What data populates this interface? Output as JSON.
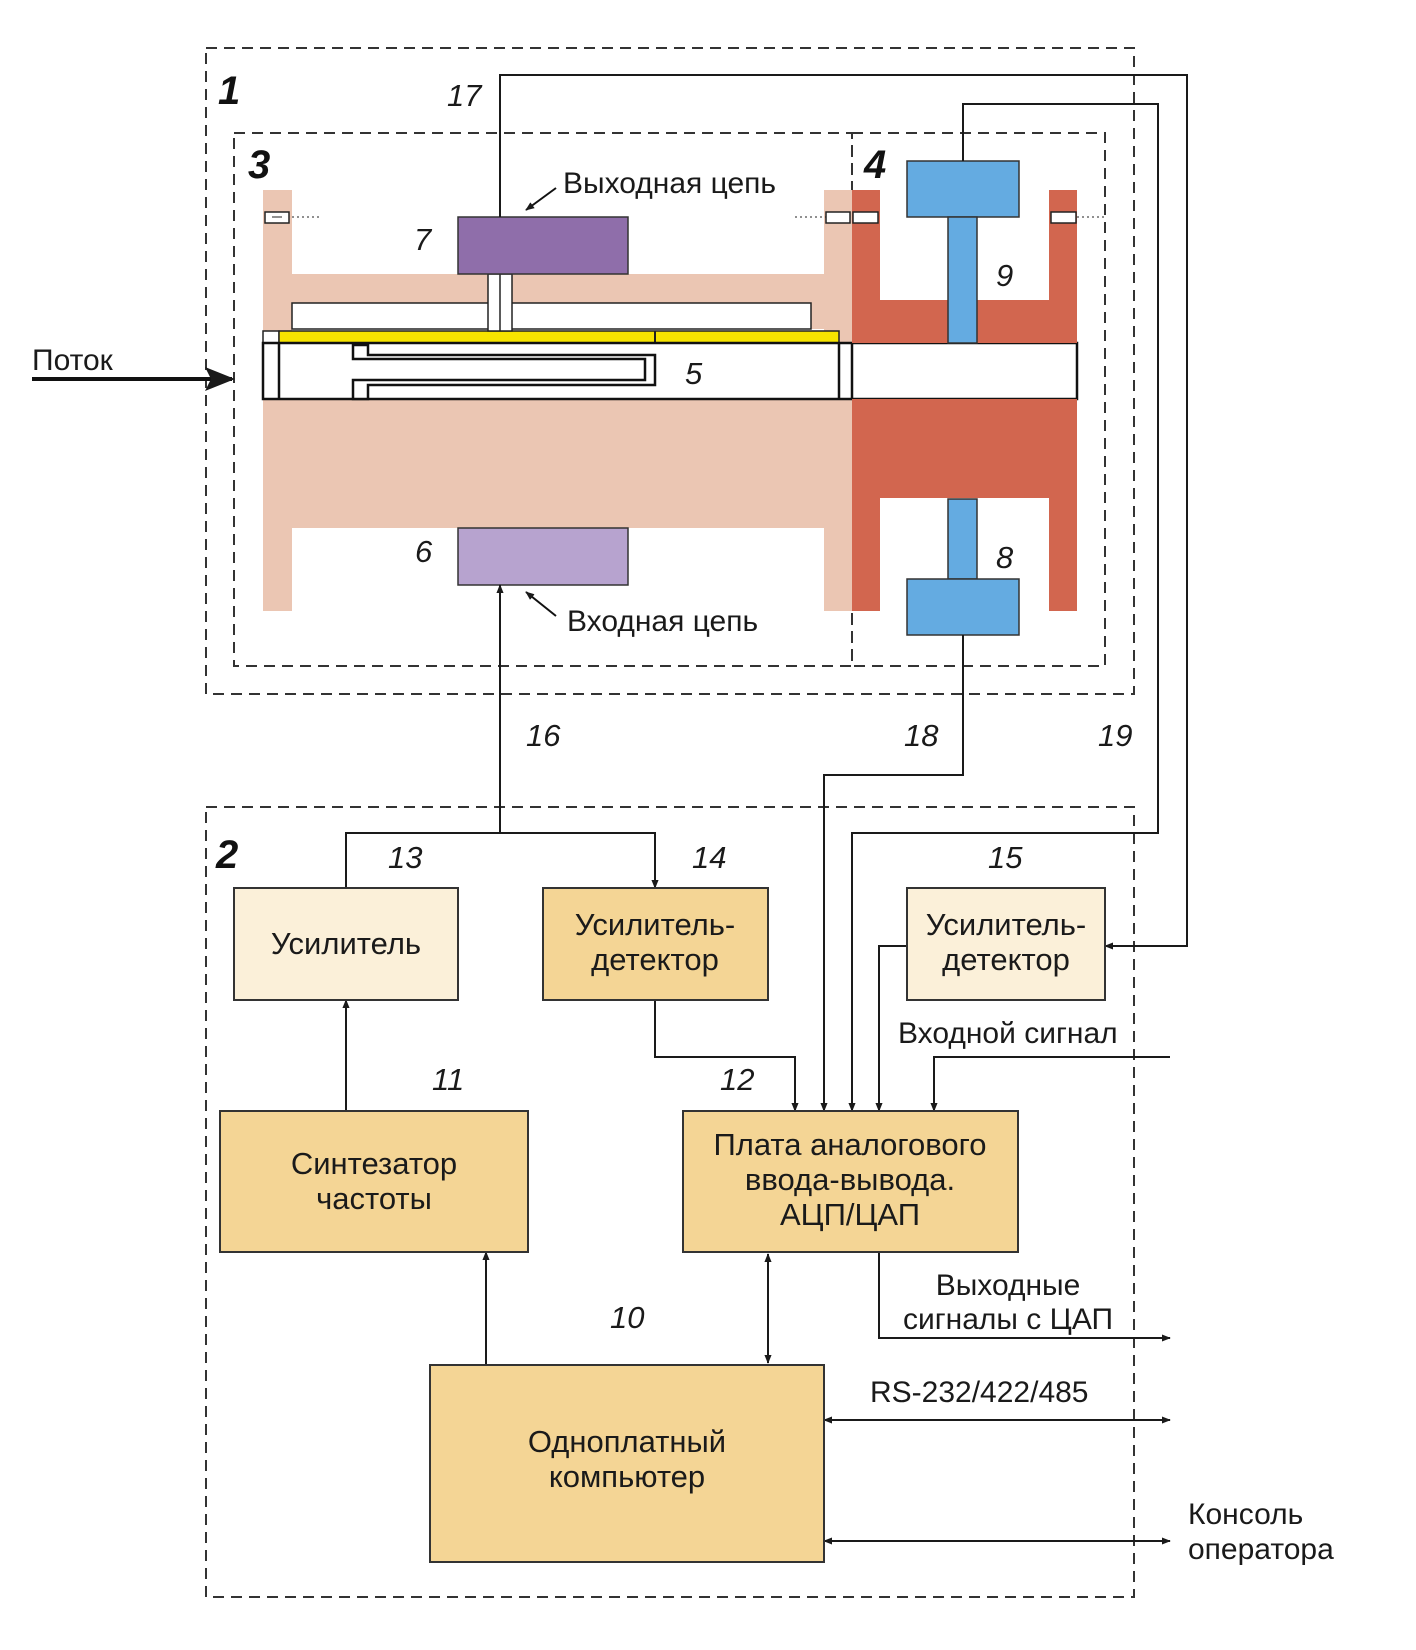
{
  "colors": {
    "body_light": "#ebc6b3",
    "body_dark": "#d2664f",
    "yellow": "#f7e400",
    "blue": "#64abe1",
    "purple_dark": "#8f6eaa",
    "purple_light": "#b7a3cf",
    "box_pale": "#fbf0d9",
    "box_tan": "#f4d595"
  },
  "regions": {
    "r1": "1",
    "r2": "2",
    "r3": "3",
    "r4": "4"
  },
  "numbers": {
    "n5": "5",
    "n6": "6",
    "n7": "7",
    "n8": "8",
    "n9": "9",
    "n10": "10",
    "n11": "11",
    "n12": "12",
    "n13": "13",
    "n14": "14",
    "n15": "15",
    "n16": "16",
    "n17": "17",
    "n18": "18",
    "n19": "19"
  },
  "labels": {
    "flow": "Поток",
    "output_circuit": "Выходная цепь",
    "input_circuit": "Входная цепь",
    "input_signal": "Входной сигнал",
    "dac_outputs_1": "Выходные",
    "dac_outputs_2": "сигналы с ЦАП",
    "rs": "RS-232/422/485",
    "console_1": "Консоль",
    "console_2": "оператора"
  },
  "blocks": {
    "amplifier": "Усилитель",
    "amp_det_14_1": "Усилитель-",
    "amp_det_14_2": "детектор",
    "amp_det_15_1": "Усилитель-",
    "amp_det_15_2": "детектор",
    "synth_1": "Синтезатор",
    "synth_2": "частоты",
    "adc_1": "Плата аналогового",
    "adc_2": "ввода-вывода.",
    "adc_3": "АЦП/ЦАП",
    "computer_1": "Одноплатный",
    "computer_2": "компьютер"
  }
}
